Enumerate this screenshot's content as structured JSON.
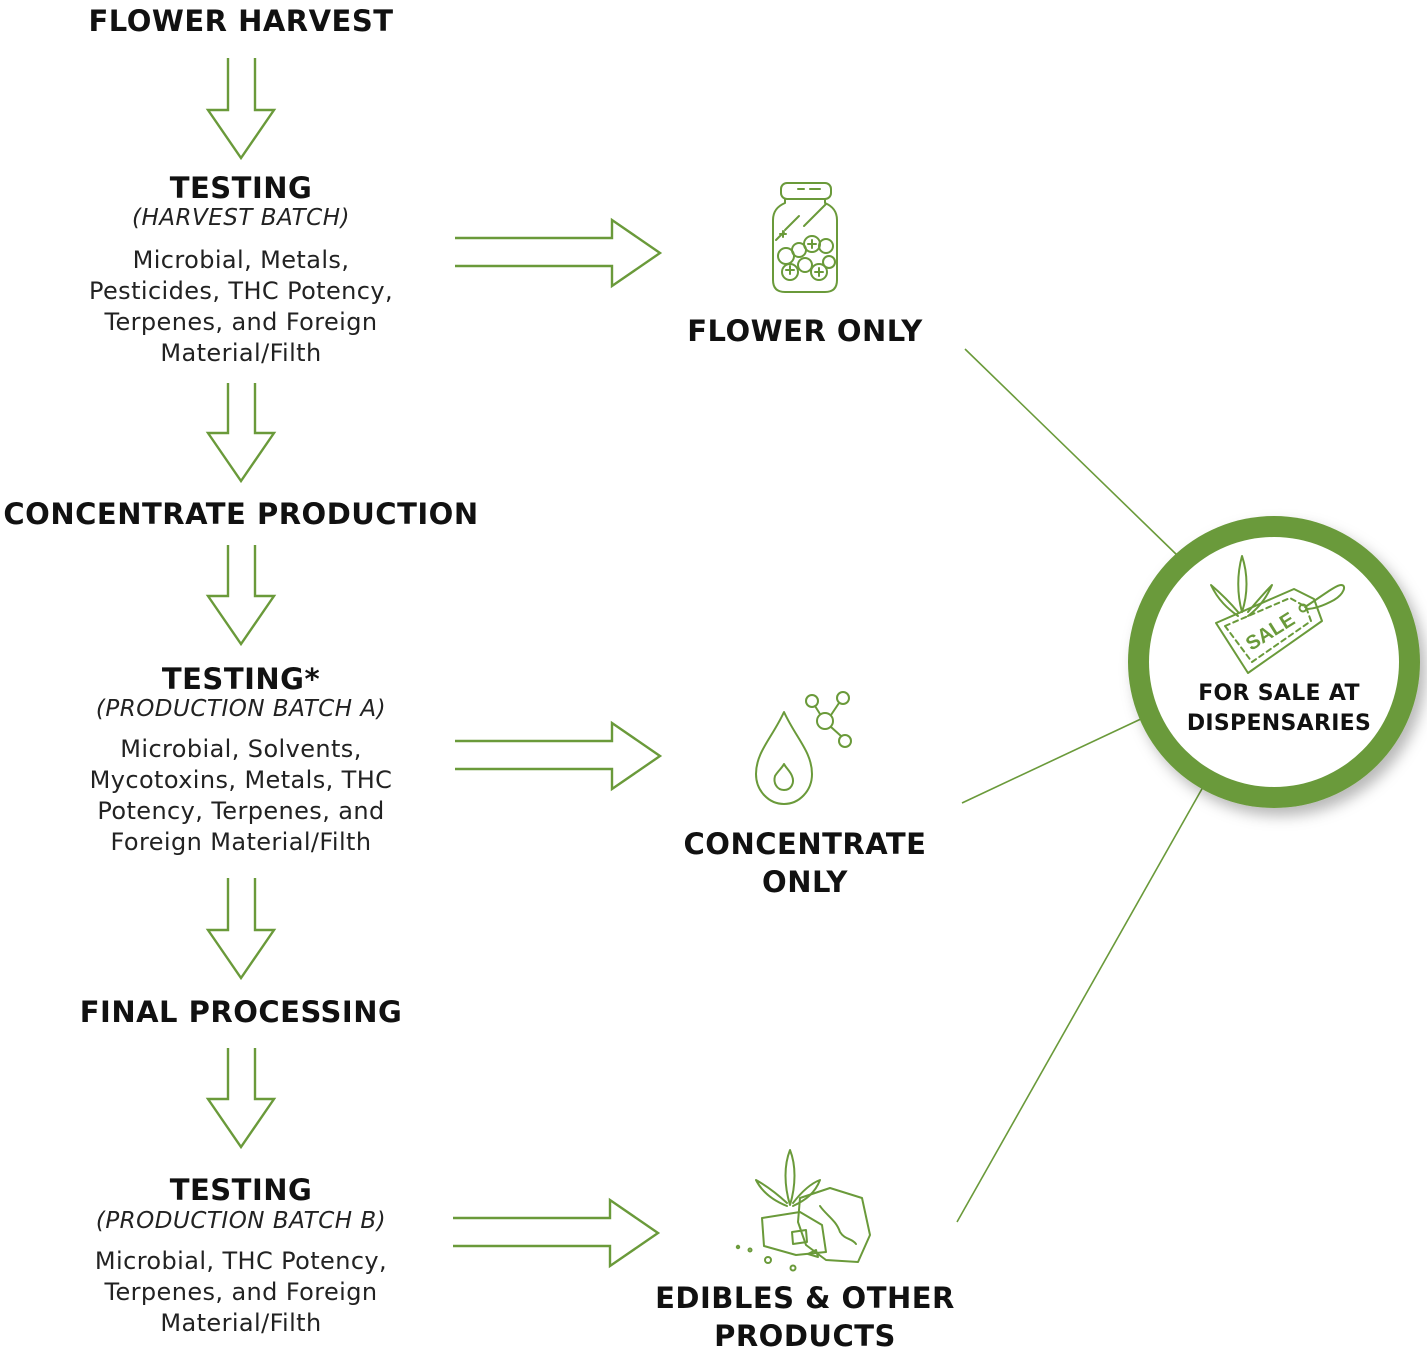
{
  "colors": {
    "accent": "#6a9a3a",
    "text": "#111111"
  },
  "steps": {
    "flower_harvest": "FLOWER HARVEST",
    "testing_1": {
      "title": "TESTING",
      "batch": "(HARVEST BATCH)",
      "tests": "Microbial, Metals, Pesticides, THC Potency, Terpenes, and Foreign Material/Filth"
    },
    "concentrate_production": "CONCENTRATE PRODUCTION",
    "testing_2": {
      "title": "TESTING*",
      "batch": "(PRODUCTION BATCH A)",
      "tests": "Microbial, Solvents, Mycotoxins, Metals, THC Potency, Terpenes, and Foreign Material/Filth"
    },
    "final_processing": "FINAL PROCESSING",
    "testing_3": {
      "title": "TESTING",
      "batch": "(PRODUCTION BATCH B)",
      "tests": "Microbial, THC Potency, Terpenes, and Foreign Material/Filth"
    }
  },
  "outcomes": {
    "flower_only": {
      "label": "FLOWER ONLY",
      "icon": "jar-icon"
    },
    "concentrate_only": {
      "label": "CONCENTRATE ONLY",
      "icon": "drop-molecule-icon"
    },
    "edibles": {
      "label": "EDIBLES & OTHER PRODUCTS",
      "icon": "edibles-icon"
    }
  },
  "dispensary": {
    "tag_text": "SALE",
    "label": "FOR SALE AT DISPENSARIES",
    "icon": "sale-tag-icon"
  }
}
